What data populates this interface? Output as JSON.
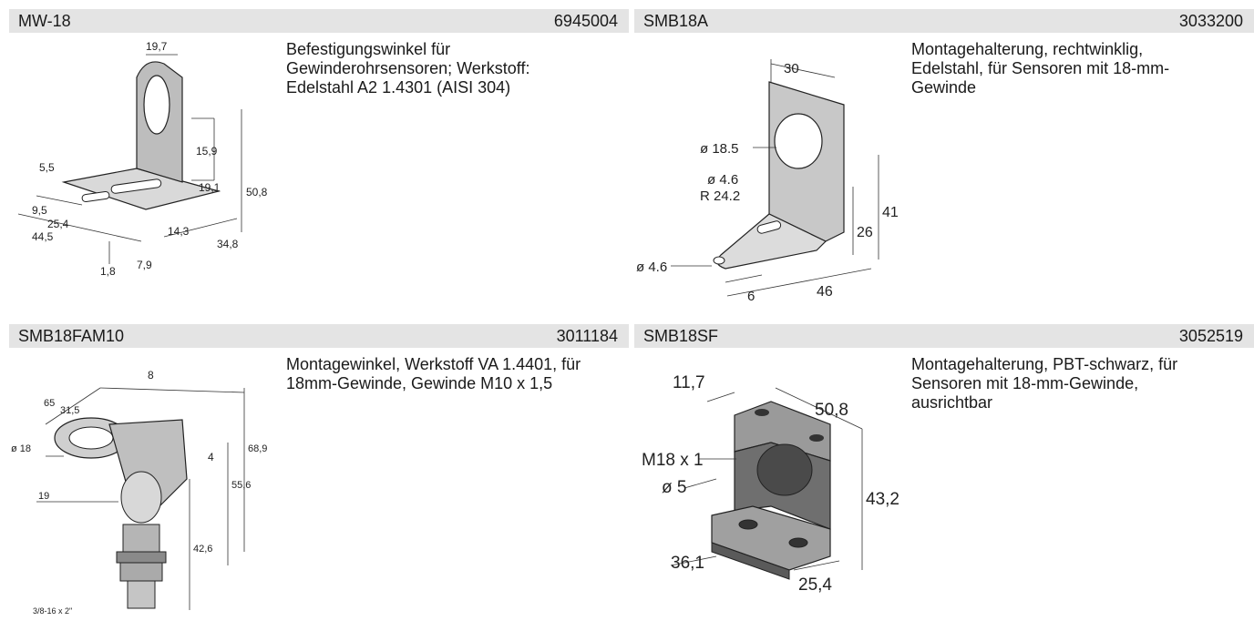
{
  "products": [
    {
      "name": "MW-18",
      "id": "6945004",
      "description": "Befestigungswinkel für Gewinderohrsensoren; Werkstoff: Edelstahl A2 1.4301 (AISI 304)",
      "dims": [
        "19,7",
        "15,9",
        "19,1",
        "50,8",
        "5,5",
        "9,5",
        "25,4",
        "44,5",
        "14,3",
        "34,8",
        "1,8",
        "7,9"
      ]
    },
    {
      "name": "SMB18A",
      "id": "3033200",
      "description": "Montagehalterung, rechtwinklig, Edelstahl, für Sensoren mit 18-mm-Gewinde",
      "dims": [
        "30",
        "ø 18.5",
        "ø 4.6",
        "R 24.2",
        "41",
        "26",
        "ø 4.6",
        "6",
        "46"
      ]
    },
    {
      "name": "SMB18FAM10",
      "id": "3011184",
      "description": "Montagewinkel, Werkstoff VA 1.4401, für 18mm-Gewinde, Gewinde M10 x 1,5",
      "dims": [
        "8",
        "65",
        "31,5",
        "4",
        "ø 18",
        "68,9",
        "55,6",
        "19",
        "42,6",
        "3/8-16 x 2\""
      ]
    },
    {
      "name": "SMB18SF",
      "id": "3052519",
      "description": "Montagehalterung, PBT-schwarz, für Sensoren mit 18-mm-Gewinde, ausrichtbar",
      "dims": [
        "11,7",
        "50,8",
        "M18 x 1",
        "ø 5",
        "43,2",
        "36,1",
        "25,4"
      ]
    }
  ]
}
